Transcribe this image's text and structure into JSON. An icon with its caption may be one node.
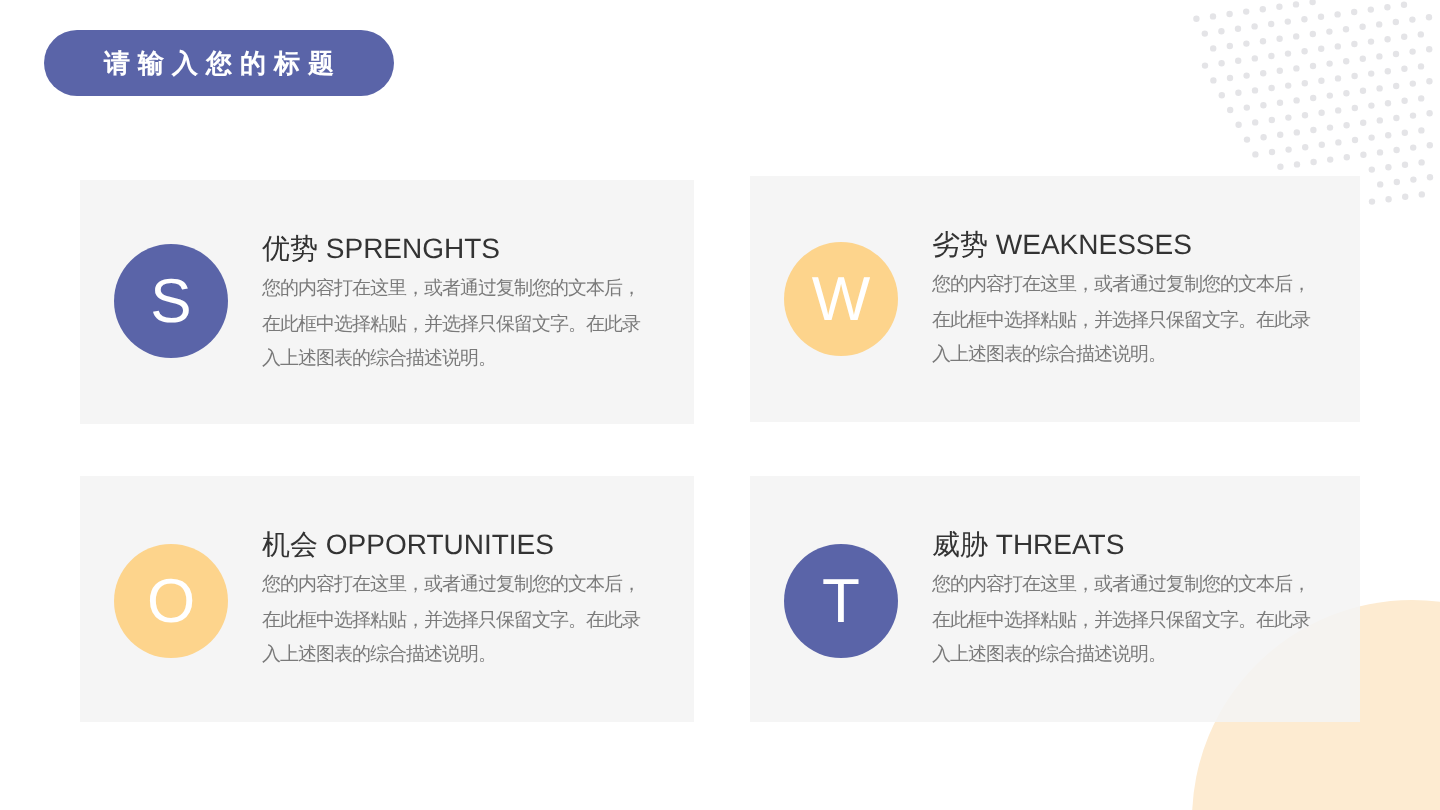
{
  "diagram": {
    "title": "请输入您的标题",
    "nodes": [
      {
        "text": [
          "优势 SPRENGHTS",
          "您的内容打在这里，或者通过复制您的文本后，在此框中选择粘贴，并选择只保留文字。在此录入上述图表的综合描述说明。"
        ]
      },
      {
        "text": [
          "S"
        ],
        "in": 0
      },
      {
        "text": [
          "劣势 WEAKNESSES",
          "您的内容打在这里，或者通过复制您的文本后，在此框中选择粘贴，并选择只保留文字。在此录入上述图表的综合描述说明。"
        ]
      },
      {
        "text": [
          "W"
        ],
        "in": 2
      },
      {
        "text": [
          "机会 OPPORTUNITIES",
          "您的内容打在这里，或者通过复制您的文本后，在此框中选择粘贴，并选择只保留文字。在此录入上述图表的综合描述说明。"
        ]
      },
      {
        "text": [
          "O"
        ],
        "in": 4
      },
      {
        "text": [
          "威胁 THREATS",
          "您的内容打在这里，或者通过复制您的文本后，在此框中选择粘贴，并选择只保留文字。在此录入上述图表的综合描述说明。"
        ]
      },
      {
        "text": [
          "T"
        ],
        "in": 6
      }
    ]
  }
}
